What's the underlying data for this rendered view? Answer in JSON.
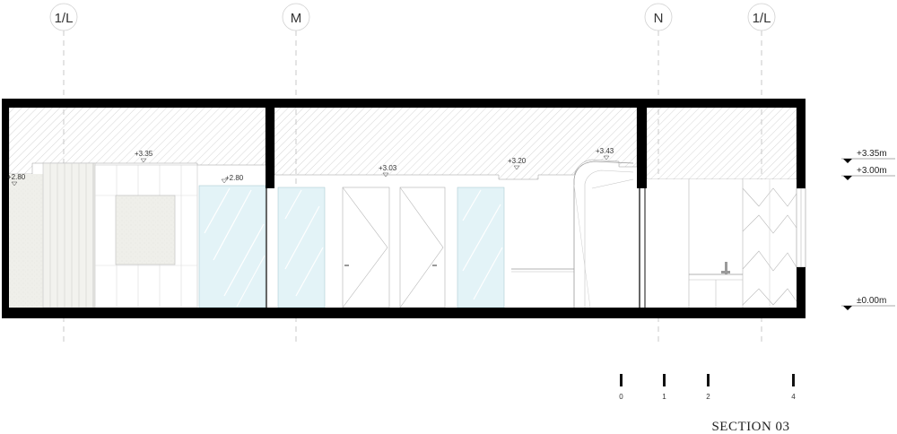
{
  "grid_lines": [
    {
      "id": "g1",
      "label": "1/L"
    },
    {
      "id": "g2",
      "label": "M"
    },
    {
      "id": "g3",
      "label": "N"
    },
    {
      "id": "g4",
      "label": "1/L"
    }
  ],
  "ceiling_levels": [
    {
      "id": "l1",
      "label": "+2.80"
    },
    {
      "id": "l2",
      "label": "+3.35"
    },
    {
      "id": "l3",
      "label": "+2.80"
    },
    {
      "id": "l4",
      "label": "+3.03"
    },
    {
      "id": "l5",
      "label": "+3.20"
    },
    {
      "id": "l6",
      "label": "+3.43"
    }
  ],
  "side_levels": [
    {
      "id": "s1",
      "label": "+3.35m"
    },
    {
      "id": "s2",
      "label": "+3.00m"
    },
    {
      "id": "s3",
      "label": "±0.00m"
    }
  ],
  "scale_bar": {
    "ticks": [
      "0",
      "1",
      "2",
      "4"
    ]
  },
  "title": "SECTION 03",
  "colors": {
    "wall": "#000000",
    "hatch": "#bdbdbd",
    "glass": "#e3f3f7",
    "stone": "#efefea",
    "gridline": "#bcbcbc",
    "linework": "#9a9a9a"
  }
}
